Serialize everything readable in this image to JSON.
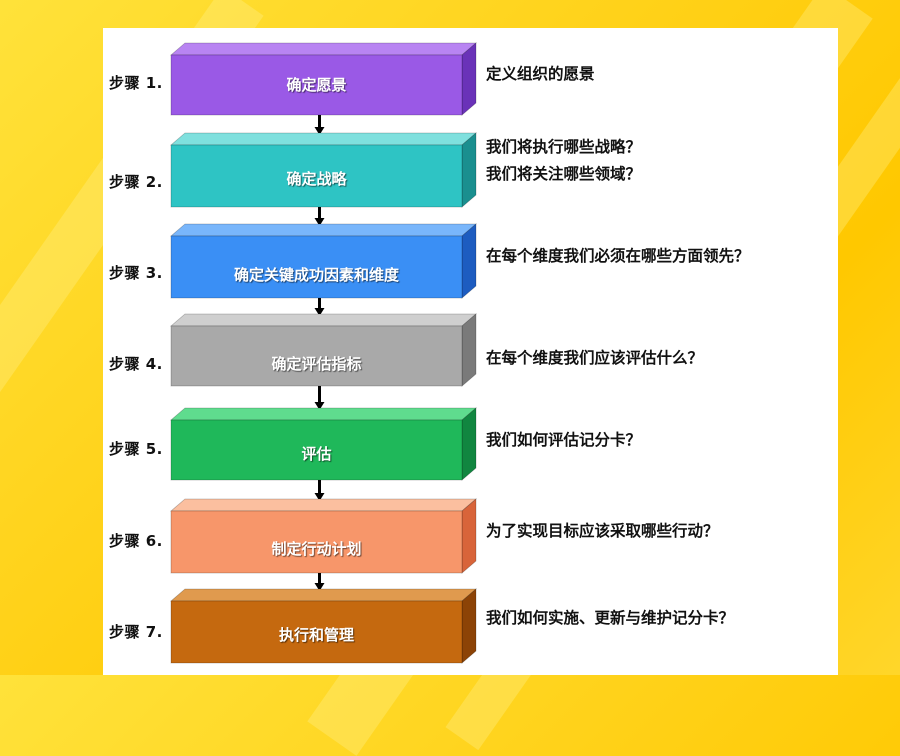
{
  "steps": [
    {
      "label": "步骤 1.",
      "box": "确定愿景",
      "desc": [
        "定义组织的愿景"
      ],
      "colors": {
        "front": "#9a59e6",
        "top": "#b884f2",
        "side": "#6a32b8"
      }
    },
    {
      "label": "步骤 2.",
      "box": "确定战略",
      "desc": [
        "我们将执行哪些战略？",
        "我们将关注哪些领域？"
      ],
      "colors": {
        "front": "#2ec4c4",
        "top": "#7fe0de",
        "side": "#1a8f8f"
      }
    },
    {
      "label": "步骤 3.",
      "box": "确定关键成功因素和维度",
      "desc": [
        "在每个维度我们必须在哪些方面领先？"
      ],
      "colors": {
        "front": "#3a8ff5",
        "top": "#79b6fb",
        "side": "#1d5cc0"
      }
    },
    {
      "label": "步骤 4.",
      "box": "确定评估指标",
      "desc": [
        "在每个维度我们应该评估什么？"
      ],
      "colors": {
        "front": "#a9a9a9",
        "top": "#cfcfcf",
        "side": "#7a7a7a"
      }
    },
    {
      "label": "步骤 5.",
      "box": "评估",
      "desc": [
        "我们如何评估记分卡？"
      ],
      "colors": {
        "front": "#1fb85a",
        "top": "#5fdc8e",
        "side": "#118640"
      }
    },
    {
      "label": "步骤 6.",
      "box": "制定行动计划",
      "desc": [
        "为了实现目标应该采取哪些行动？"
      ],
      "colors": {
        "front": "#f7966a",
        "top": "#fbbf9f",
        "side": "#d8643a"
      }
    },
    {
      "label": "步骤 7.",
      "box": "执行和管理",
      "desc": [
        "我们如何实施、更新与维护记分卡？"
      ],
      "colors": {
        "front": "#c5690f",
        "top": "#e09a4e",
        "side": "#8c4306"
      }
    }
  ],
  "colors": {
    "background": "#ffd21a",
    "panel": "#ffffff",
    "arrow": "#000000"
  }
}
